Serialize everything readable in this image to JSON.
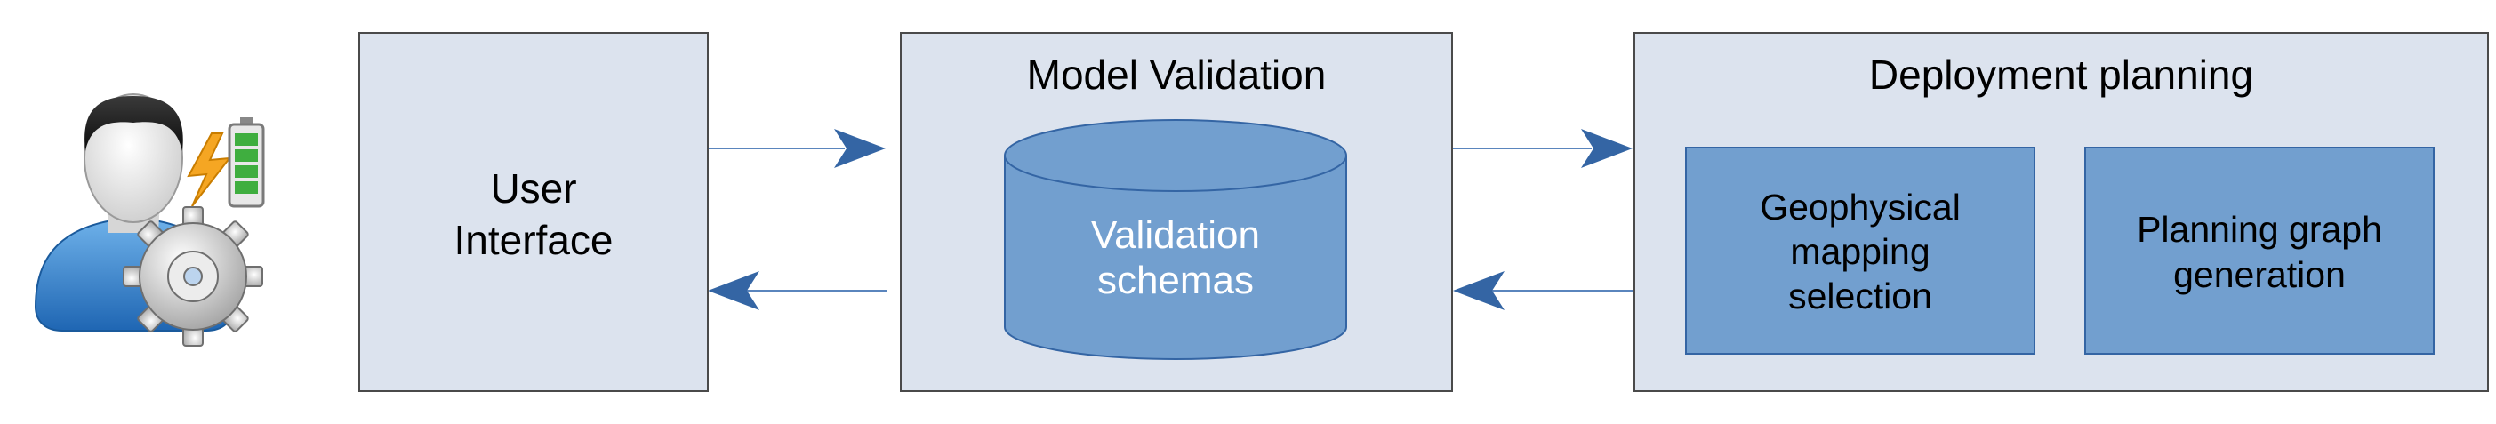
{
  "user_icon": {
    "name": "user-settings-battery-icon"
  },
  "colors": {
    "box_fill": "#dce3ee",
    "box_stroke": "#4a4a4a",
    "inner_fill": "#729fcf",
    "inner_stroke": "#3465a4",
    "arrow": "#3465a4",
    "connector_line": "#5a85bd"
  },
  "boxes": {
    "user_interface": {
      "line1": "User",
      "line2": "Interface"
    },
    "model_validation": {
      "title": "Model Validation",
      "cylinder_line1": "Validation",
      "cylinder_line2": "schemas"
    },
    "deployment_planning": {
      "title": "Deployment planning",
      "geophysical_line1": "Geophysical",
      "geophysical_line2": "mapping",
      "geophysical_line3": "selection",
      "planning_line1": "Planning graph",
      "planning_line2": "generation"
    }
  }
}
